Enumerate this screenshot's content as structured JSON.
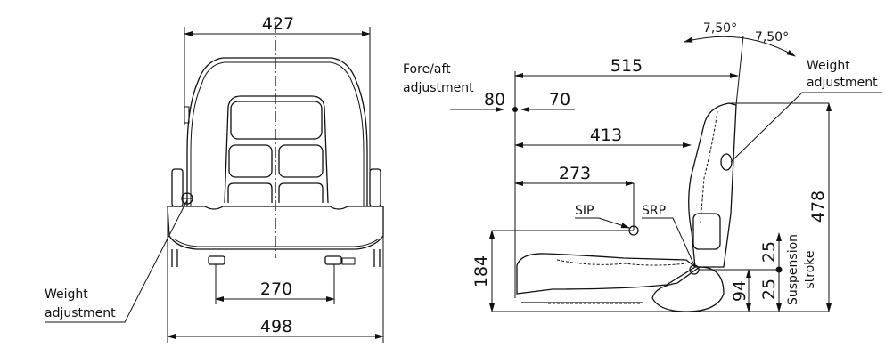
{
  "front_view": {
    "top_width": "427",
    "base_width": "498",
    "mount_spacing": "270",
    "weight_adjustment_label": [
      "Weight",
      "adjustment"
    ]
  },
  "side_view": {
    "fore_aft_label": [
      "Fore/aft",
      "adjustment"
    ],
    "fore_travel": "80",
    "aft_travel": "70",
    "overall_depth": "515",
    "backrest_depth": "413",
    "sip_distance": "273",
    "sip_label": "SIP",
    "srp_label": "SRP",
    "sip_height": "184",
    "overall_height": "478",
    "srp_height": "94",
    "suspension_up": "25",
    "suspension_down": "25",
    "suspension_label": [
      "Suspension",
      "stroke"
    ],
    "recline_back": "7,50°",
    "recline_forward": "7,50°",
    "weight_adjustment_label": [
      "Weight",
      "adjustment"
    ]
  }
}
